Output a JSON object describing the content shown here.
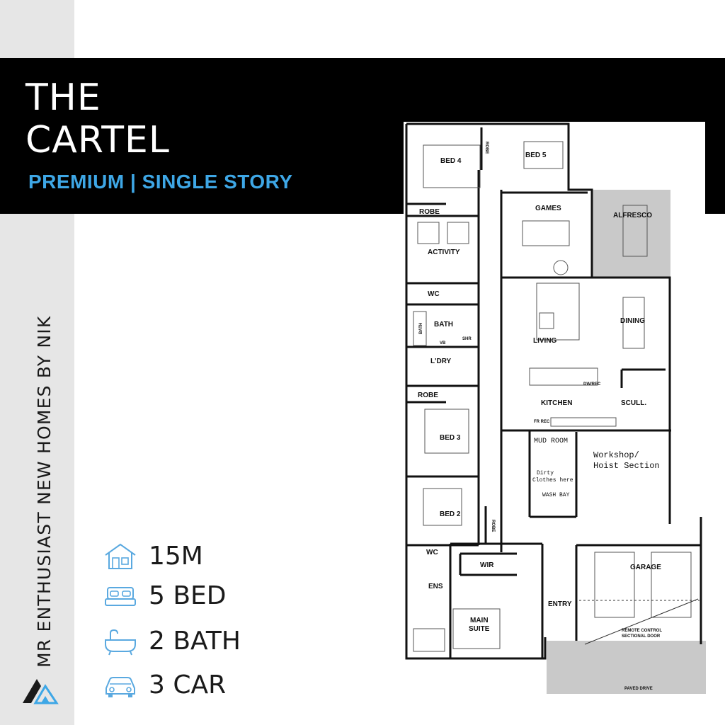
{
  "brand": {
    "vertical_text": "MR ENTHUSIAST NEW HOMES BY NIK"
  },
  "header": {
    "title_line1": "THE",
    "title_line2": "CARTEL",
    "subtitle": "PREMIUM | SINGLE STORY"
  },
  "specs": [
    {
      "icon": "house-icon",
      "text": "15M"
    },
    {
      "icon": "bed-icon",
      "text": "5 BED"
    },
    {
      "icon": "bathtub-icon",
      "text": "2 BATH"
    },
    {
      "icon": "car-icon",
      "text": "3 CAR"
    }
  ],
  "plan": {
    "rooms": {
      "robe_top": "ROBE",
      "bed4": "BED 4",
      "bed5": "BED 5",
      "robe_bed4": "ROBE",
      "games": "GAMES",
      "alfresco": "ALFRESCO",
      "activity": "ACTIVITY",
      "wc1": "WC",
      "bath": "BATH",
      "bath_tub": "BATH",
      "vb": "VB",
      "shr": "SHR",
      "living": "LIVING",
      "dining": "DINING",
      "laundry": "L'DRY",
      "robe_bed3": "ROBE",
      "dwrec": "DW/REC",
      "kitchen": "KITCHEN",
      "scull": "SCULL.",
      "frrec": "FR REC",
      "bed3": "BED 3",
      "mud_room": "MUD ROOM",
      "workshop_line1": "Workshop/",
      "workshop_line2": "Hoist Section",
      "dirty_line1": "Dirty",
      "dirty_line2": "Clothes here",
      "wash_bay": "WASH BAY",
      "bed2": "BED 2",
      "robe_bed2": "ROBE",
      "wc2": "WC",
      "wir": "WIR",
      "garage": "GARAGE",
      "ens": "ENS",
      "entry": "ENTRY",
      "main_suite_line1": "MAIN",
      "main_suite_line2": "SUITE",
      "remote_line1": "REMOTE CONTROL",
      "remote_line2": "SECTIONAL DOOR",
      "paved_drive": "PAVED DRIVE"
    }
  }
}
